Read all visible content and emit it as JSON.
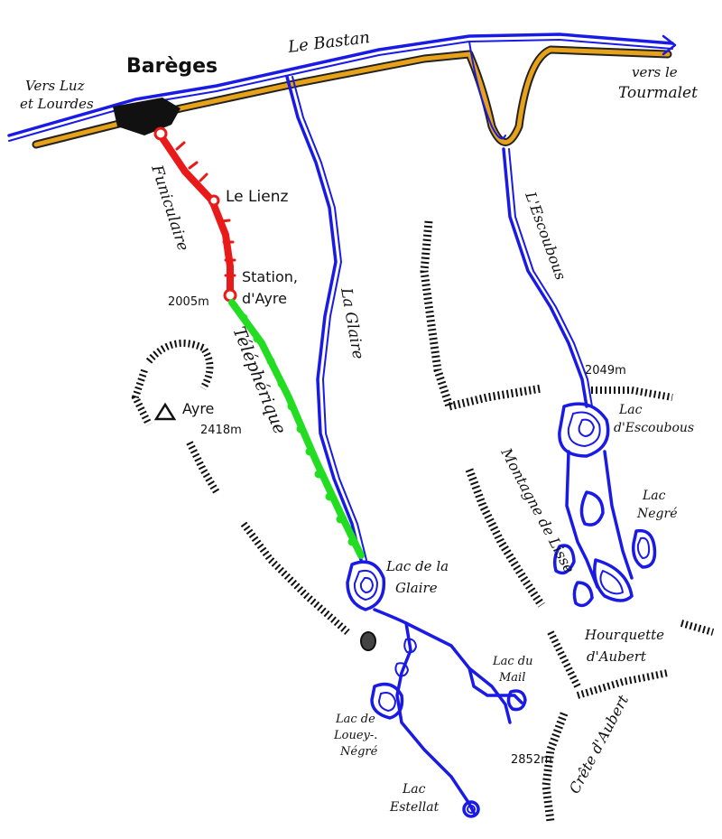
{
  "map": {
    "colors": {
      "river": "#1a1ae6",
      "road": "#e8a21a",
      "funicular": "#e81a1a",
      "cable_car": "#22dd22",
      "relief": "#111111"
    },
    "labels": {
      "bareges": "Barèges",
      "vers_luz_1": "Vers Luz",
      "vers_luz_2": "et Lourdes",
      "le_bastan": "Le Bastan",
      "vers_le": "vers le",
      "tourmalet": "Tourmalet",
      "le_lienz": "Le Lienz",
      "funiculaire": "Funiculaire",
      "station": "Station,",
      "dayre": "d'Ayre",
      "alt_2005": "2005m",
      "ayre": "Ayre",
      "alt_2418": "2418m",
      "telepherique": "Téléphérique",
      "la_glaire": "La Glaire",
      "l_escoubous": "L'Escoubous",
      "alt_2049": "2049m",
      "lac_escoubous_1": "Lac",
      "lac_escoubous_2": "d'Escoubous",
      "lac_negre_1": "Lac",
      "lac_negre_2": "Negré",
      "montagne_de_lisse": "Montagne de Lisse",
      "lac_glaire_1": "Lac de la",
      "lac_glaire_2": "Glaire",
      "hourquette_1": "Hourquette",
      "hourquette_2": "d'Aubert",
      "lac_mail_1": "Lac du",
      "lac_mail_2": "Mail",
      "lac_louey_1": "Lac de",
      "lac_louey_2": "Louey-.",
      "lac_louey_3": "Négré",
      "crete_aubert": "Crête d'Aubert",
      "alt_2852": "2852m",
      "lac_estellat_1": "Lac",
      "lac_estellat_2": "Estellat"
    }
  }
}
